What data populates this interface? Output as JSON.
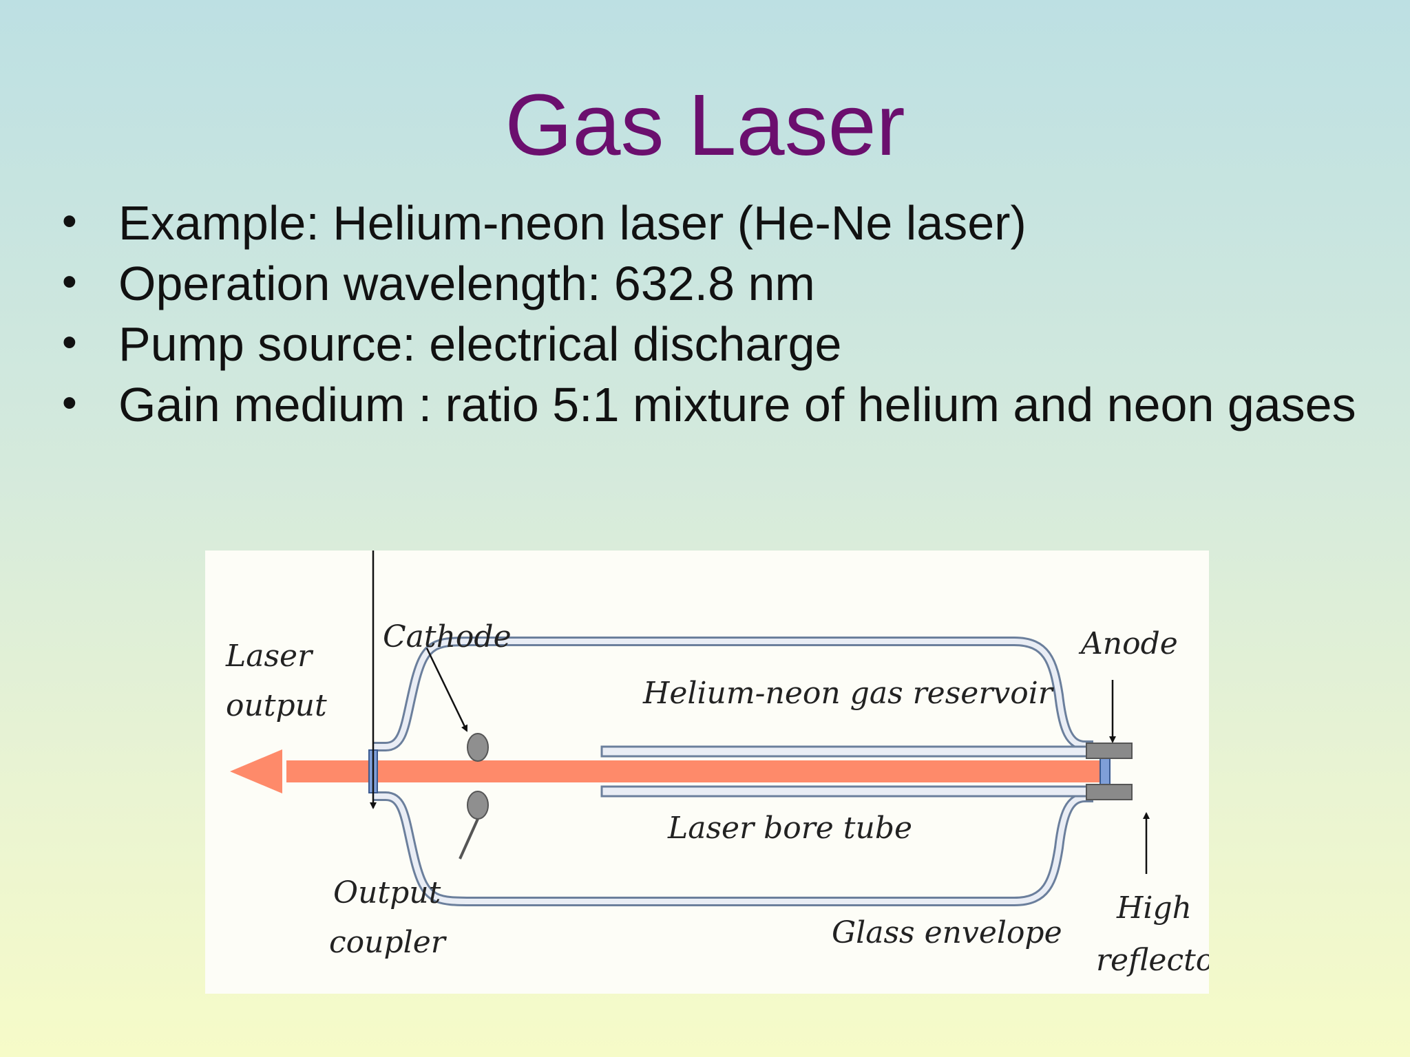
{
  "slide": {
    "title": "Gas Laser",
    "bullets": [
      "Example: Helium-neon laser (He-Ne laser)",
      "Operation wavelength: 632.8 nm",
      "Pump source: electrical discharge",
      "Gain medium : ratio 5:1 mixture of helium and neon gases"
    ]
  },
  "diagram": {
    "labels": {
      "laser_output_line1": "Laser",
      "laser_output_line2": "output",
      "cathode": "Cathode",
      "reservoir": "Helium-neon gas reservoir",
      "anode": "Anode",
      "bore_tube": "Laser bore tube",
      "output_coupler_line1": "Output",
      "output_coupler_line2": "coupler",
      "glass_envelope": "Glass envelope",
      "high_reflector_line1": "High",
      "high_reflector_line2": "reflector"
    },
    "colors": {
      "beam": "#fe8a6a",
      "glass_fill": "#e9edf5",
      "glass_stroke": "#6b7f9c",
      "mirror": "#7f9fd8",
      "electrode": "#8a8a8a"
    }
  }
}
